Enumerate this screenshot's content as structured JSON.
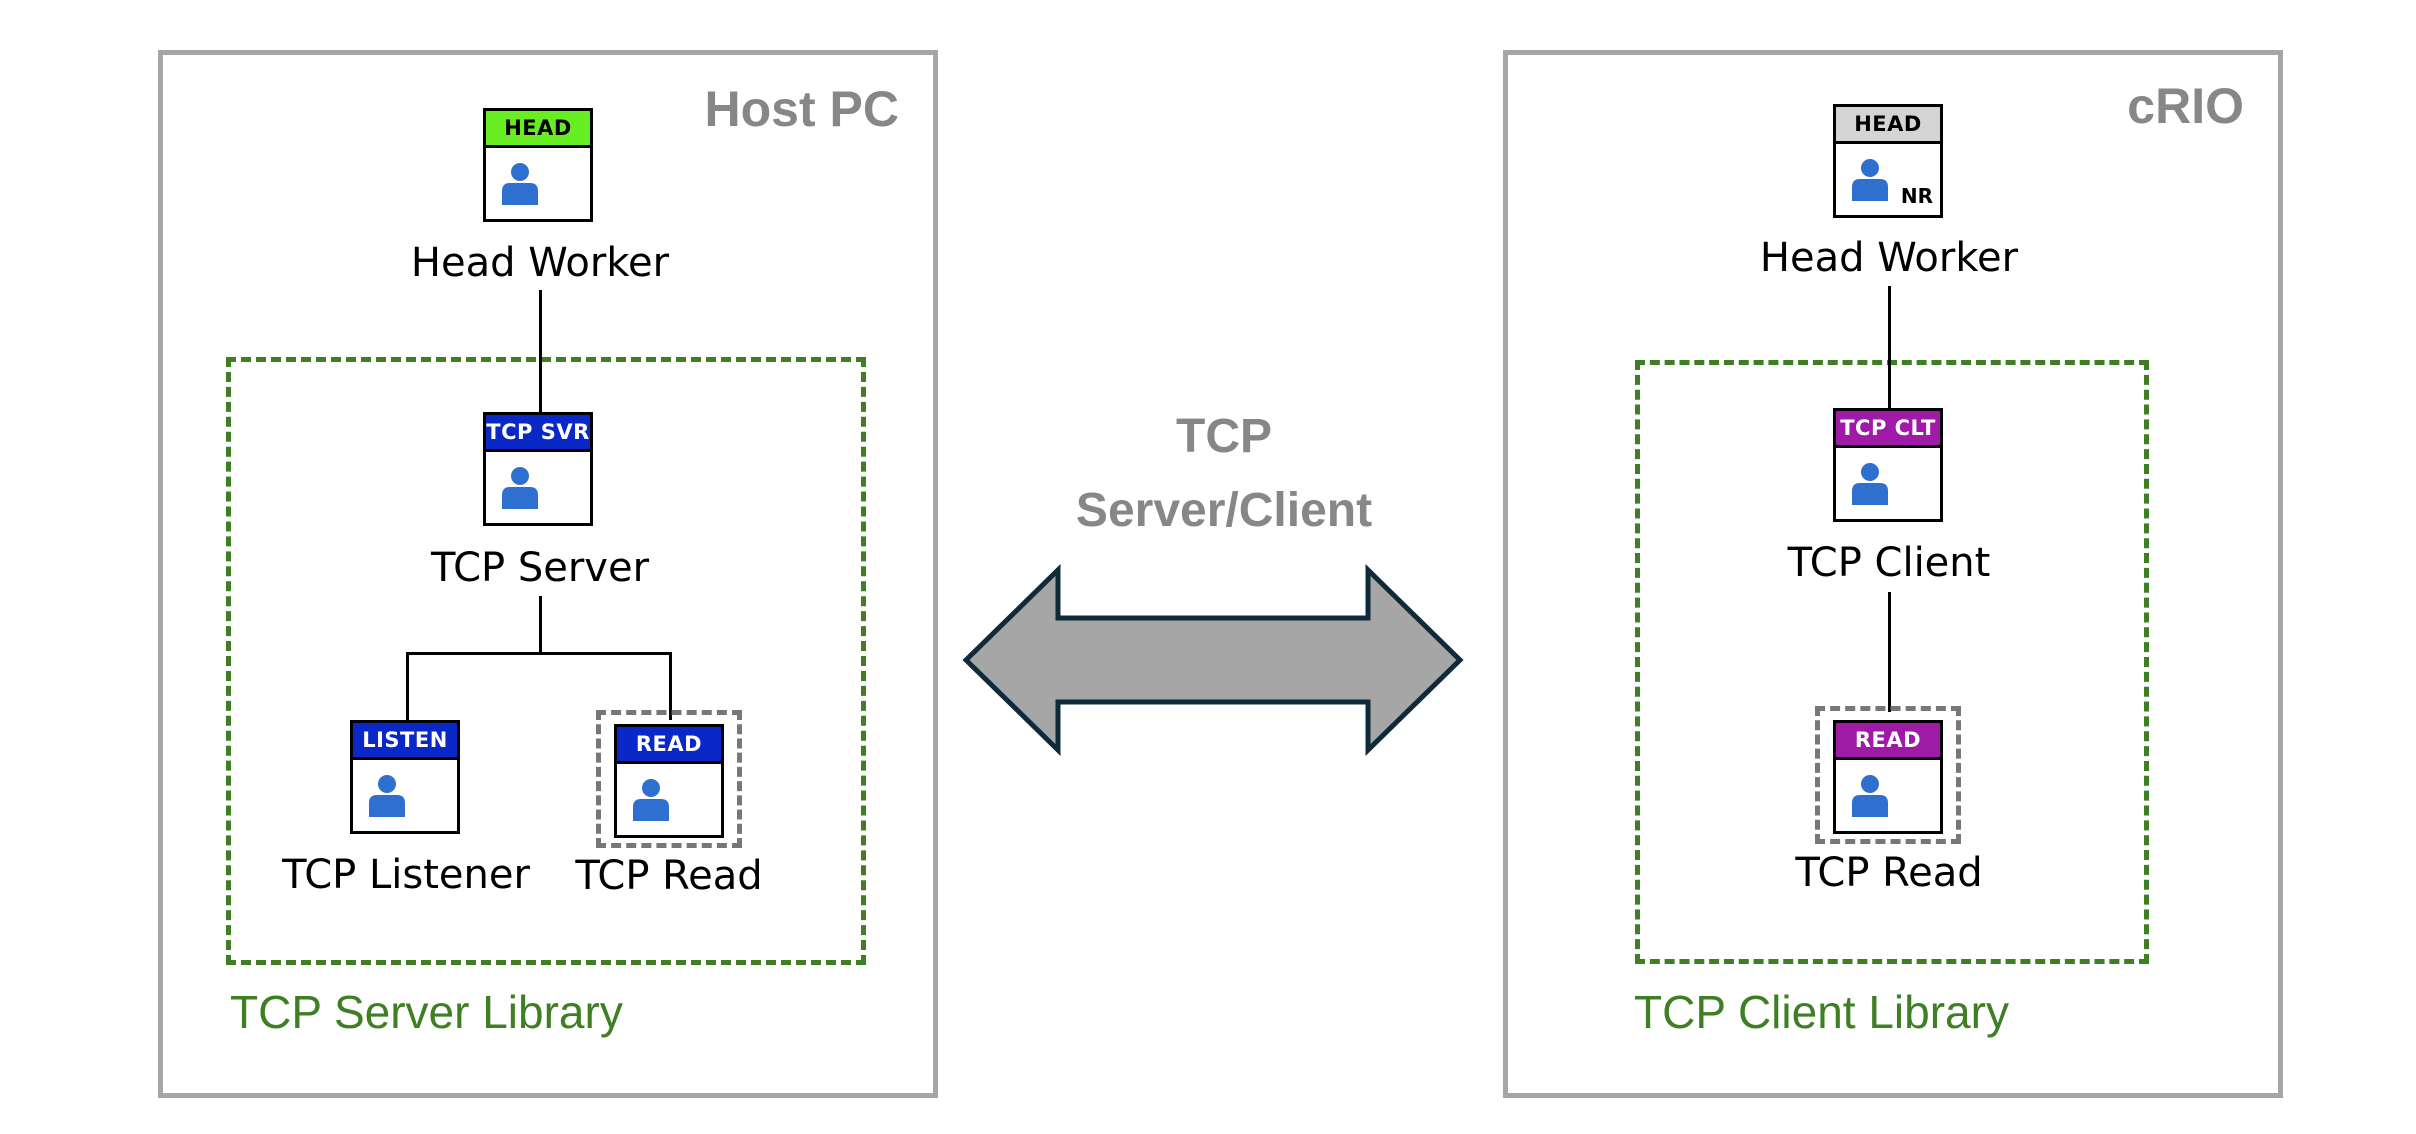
{
  "host": {
    "title": "Host PC",
    "library_label": "TCP Server Library",
    "head_worker": {
      "badge": "HEAD",
      "label": "Head Worker",
      "color": "#66ee22",
      "text_color": "#000000"
    },
    "tcp_server": {
      "badge": "TCP SVR",
      "label": "TCP Server",
      "color": "#0a28c8",
      "text_color": "#ffffff"
    },
    "tcp_listener": {
      "badge": "LISTEN",
      "label": "TCP Listener",
      "color": "#0a28c8",
      "text_color": "#ffffff"
    },
    "tcp_read": {
      "badge": "READ",
      "label": "TCP Read",
      "color": "#0a28c8",
      "text_color": "#ffffff"
    }
  },
  "crio": {
    "title": "cRIO",
    "library_label": "TCP Client Library",
    "head_worker": {
      "badge": "HEAD",
      "label": "Head Worker",
      "color": "#d4d4d4",
      "text_color": "#000000",
      "tag": "NR"
    },
    "tcp_client": {
      "badge": "TCP CLT",
      "label": "TCP Client",
      "color": "#a01aa8",
      "text_color": "#ffffff"
    },
    "tcp_read": {
      "badge": "READ",
      "label": "TCP Read",
      "color": "#a01aa8",
      "text_color": "#ffffff"
    }
  },
  "connection": {
    "line1": "TCP",
    "line2": "Server/Client",
    "arrow_fill": "#a6a6a6",
    "arrow_stroke": "#0f2b3a"
  },
  "colors": {
    "panel_border": "#a6a6a6",
    "library_green": "#3f7f24",
    "person_blue": "#2f6fd0"
  }
}
